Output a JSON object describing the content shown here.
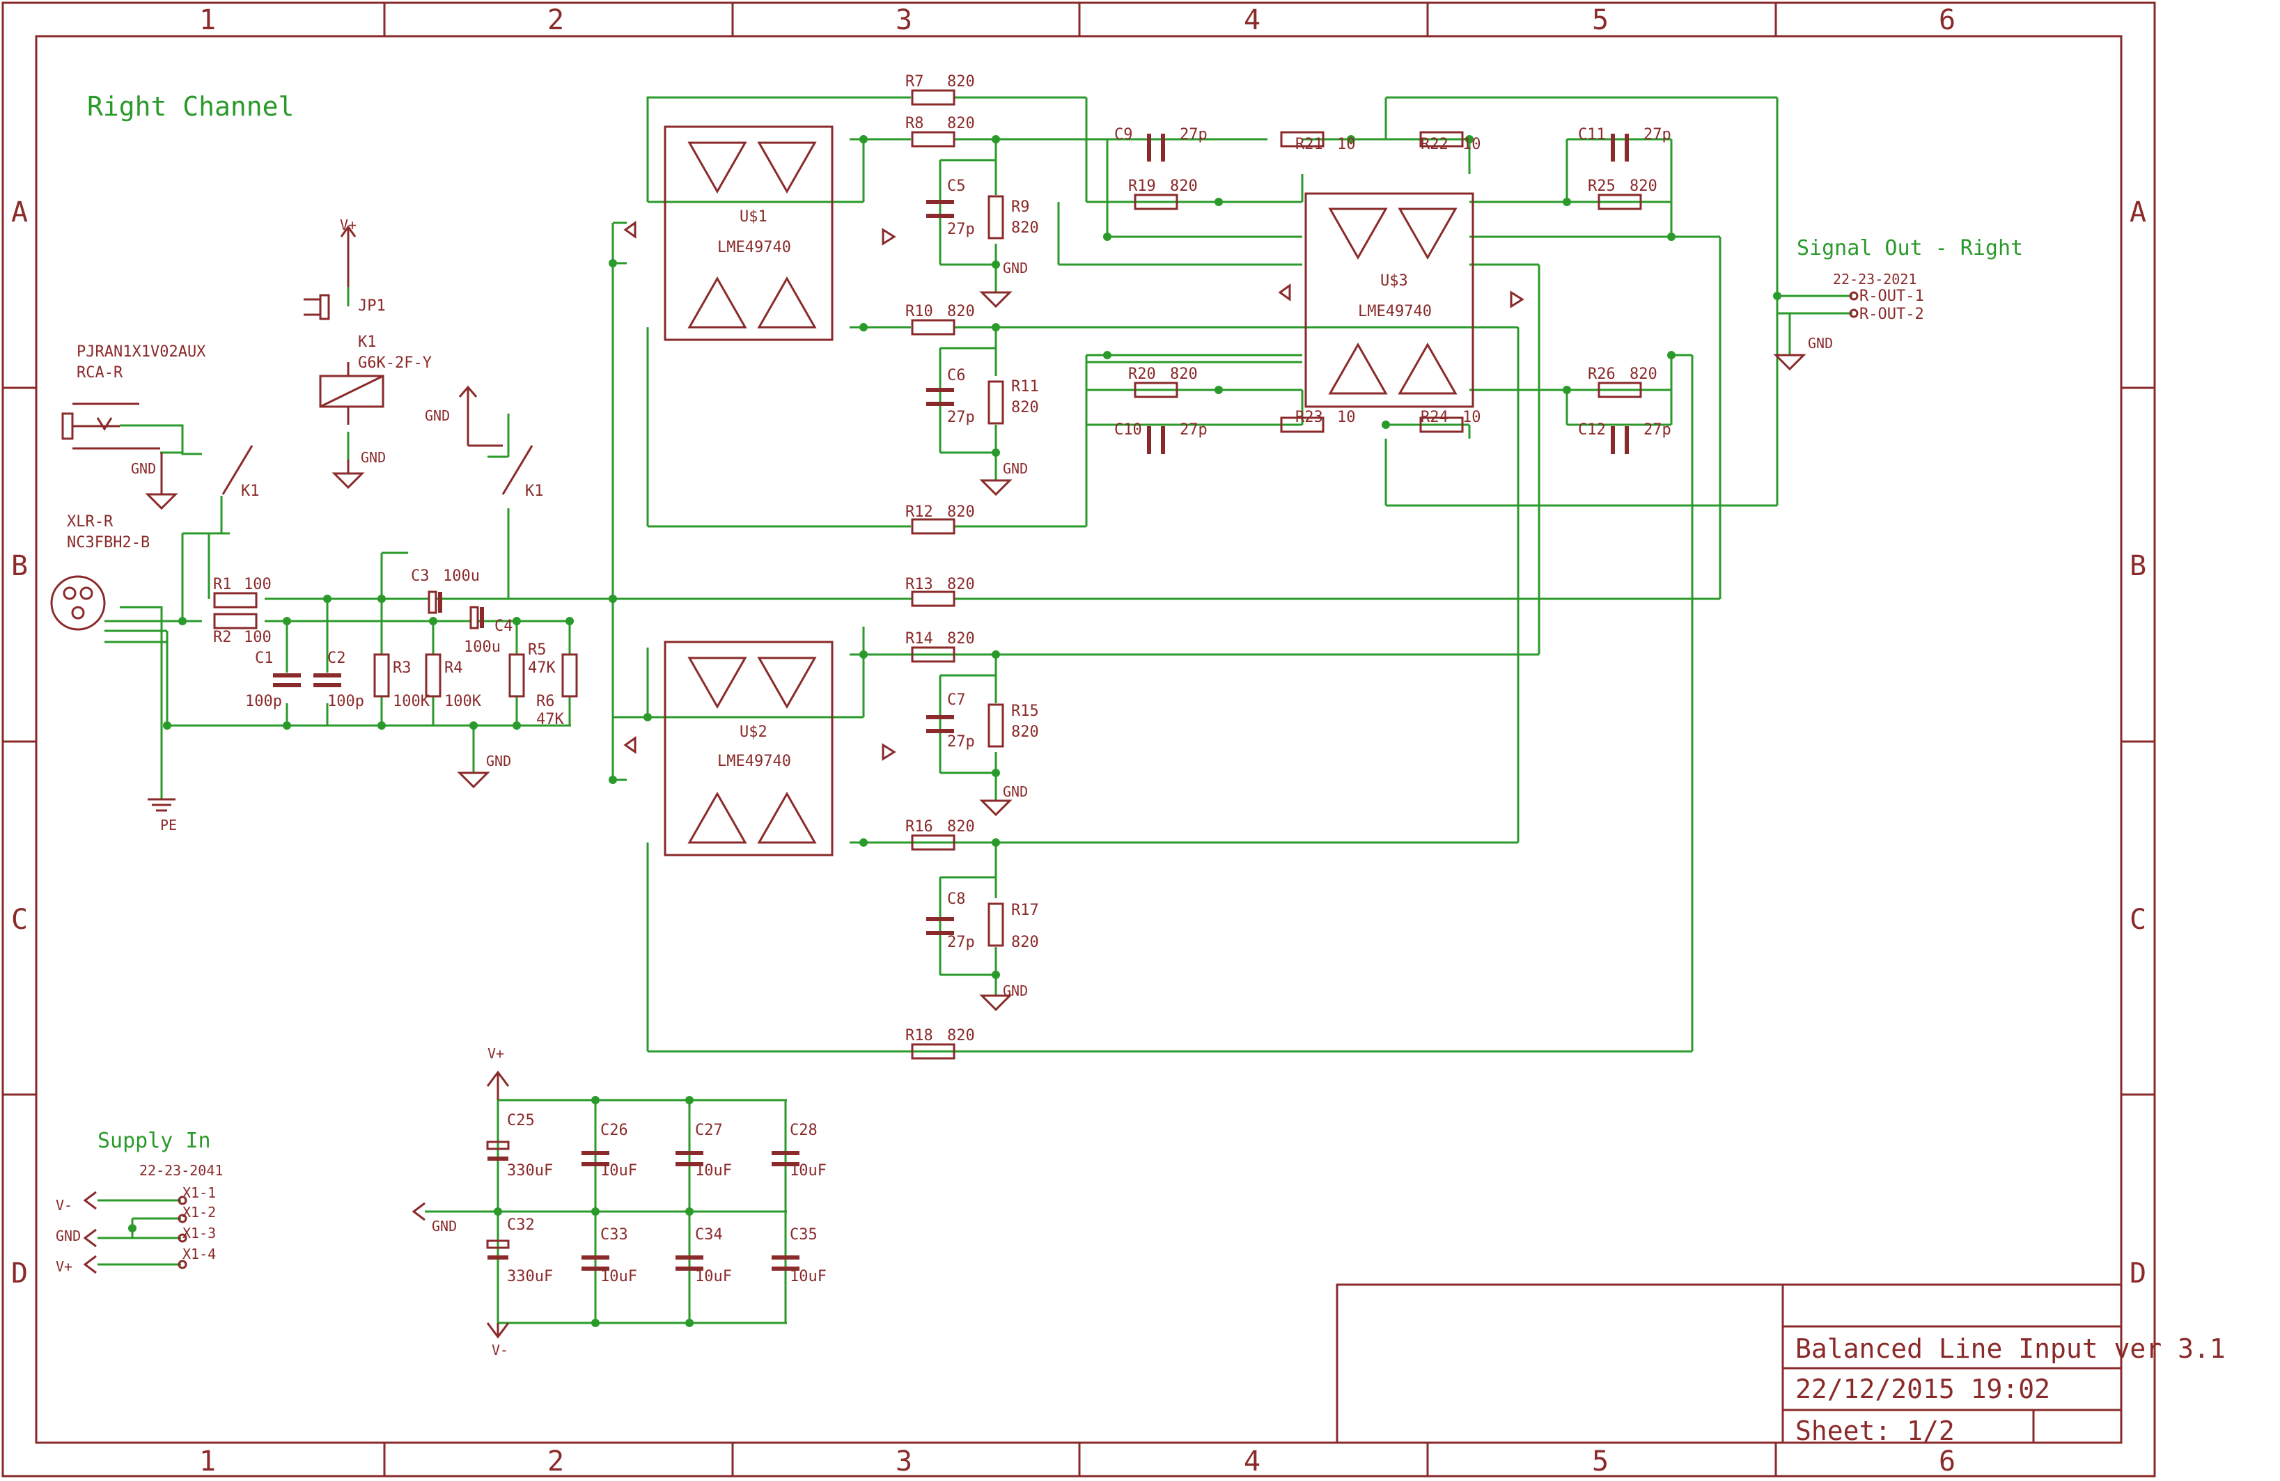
{
  "frame": {
    "columns": [
      "1",
      "2",
      "3",
      "4",
      "5",
      "6"
    ],
    "rows": [
      "A",
      "B",
      "C",
      "D"
    ]
  },
  "headings": {
    "right_channel": "Right Channel",
    "signal_out": "Signal Out - Right",
    "signal_out_date": "22-23-2021",
    "supply_in": "Supply In",
    "supply_date": "22-23-2041"
  },
  "title_block": {
    "title": "Balanced Line Input ver 3.1",
    "date": "22/12/2015 19:02",
    "sheet": "Sheet: 1/2"
  },
  "ics": {
    "u1": {
      "name": "U$1",
      "part": "LME49740"
    },
    "u2": {
      "name": "U$2",
      "part": "LME49740"
    },
    "u3": {
      "name": "U$3",
      "part": "LME49740"
    }
  },
  "connectors": {
    "rca_part": "PJRAN1X1V02AUX",
    "rca_name": "RCA-R",
    "xlr_name": "XLR-R",
    "xlr_part": "NC3FBH2-B",
    "jp1": "JP1",
    "relay_name": "K1",
    "relay_part": "G6K-2F-Y",
    "out1": "R-OUT-1",
    "out2": "R-OUT-2",
    "x1": [
      "X1-1",
      "X1-2",
      "X1-3",
      "X1-4"
    ]
  },
  "nets": {
    "vplus": "V+",
    "vminus": "V-",
    "gnd": "GND",
    "pe": "PE"
  },
  "components": {
    "r1": "R1",
    "r1v": "100",
    "r2": "R2",
    "r2v": "100",
    "c1": "C1",
    "c1v": "100p",
    "c2": "C2",
    "c2v": "100p",
    "c3": "C3",
    "c3v": "100u",
    "c4": "C4",
    "c4v": "100u",
    "r3": "R3",
    "r3v": "100K",
    "r4": "R4",
    "r4v": "100K",
    "r5": "R5",
    "r5v": "47K",
    "r6": "R6",
    "r6v": "47K",
    "r7": "R7",
    "r7v": "820",
    "r8": "R8",
    "r8v": "820",
    "r9": "R9",
    "r9v": "820",
    "r10": "R10",
    "r10v": "820",
    "r11": "R11",
    "r11v": "820",
    "r12": "R12",
    "r12v": "820",
    "r13": "R13",
    "r13v": "820",
    "r14": "R14",
    "r14v": "820",
    "r15": "R15",
    "r15v": "820",
    "r16": "R16",
    "r16v": "820",
    "r17": "R17",
    "r17v": "820",
    "r18": "R18",
    "r18v": "820",
    "r19": "R19",
    "r19v": "820",
    "r20": "R20",
    "r20v": "820",
    "r21": "R21",
    "r21v": "10",
    "r22": "R22",
    "r22v": "10",
    "r23": "R23",
    "r23v": "10",
    "r24": "R24",
    "r24v": "10",
    "r25": "R25",
    "r25v": "820",
    "r26": "R26",
    "r26v": "820",
    "c5": "C5",
    "c6": "C6",
    "c7": "C7",
    "c8": "C8",
    "c9": "C9",
    "c10": "C10",
    "c11": "C11",
    "c12": "C12",
    "cp": "27p",
    "c25": "C25",
    "c32": "C32",
    "cbig": "330uF",
    "c26": "C26",
    "c27": "C27",
    "c28": "C28",
    "c33": "C33",
    "c34": "C34",
    "c35": "C35",
    "csmall": "10uF"
  },
  "colors": {
    "wire": "#2a9a2a",
    "symbol": "#8a2a2a",
    "heading": "#2a9a2a",
    "background": "#ffffff"
  }
}
